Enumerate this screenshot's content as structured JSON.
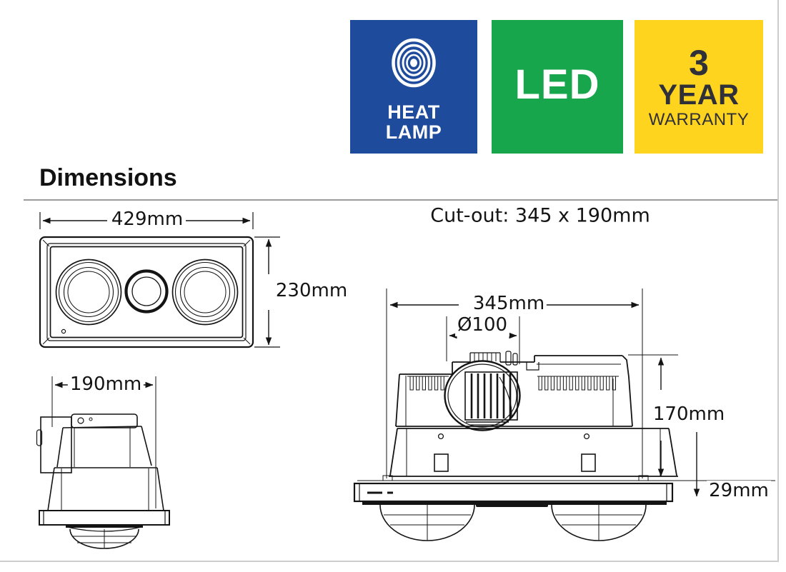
{
  "badges": {
    "heat_lamp": {
      "line1": "HEAT",
      "line2": "LAMP",
      "icon": "concentric-circles-heat-icon",
      "bg": "#1E4B9B"
    },
    "led": {
      "label": "LED",
      "bg": "#17A64B"
    },
    "warranty": {
      "number": "3",
      "year": "YEAR",
      "word": "WARRANTY",
      "bg": "#FFD41F",
      "text_color": "#2F3038"
    }
  },
  "heading": "Dimensions",
  "cutout_note": "Cut-out: 345 x 190mm",
  "dims": {
    "front_width": "429mm",
    "front_height": "230mm",
    "side_depth": "190mm",
    "body_width": "345mm",
    "duct_diameter": "Ø100",
    "body_height": "170mm",
    "flange_height": "29mm"
  },
  "colors": {
    "line": "#141414",
    "divider": "#9b9b9b",
    "page_edge": "#cdcdcd"
  }
}
